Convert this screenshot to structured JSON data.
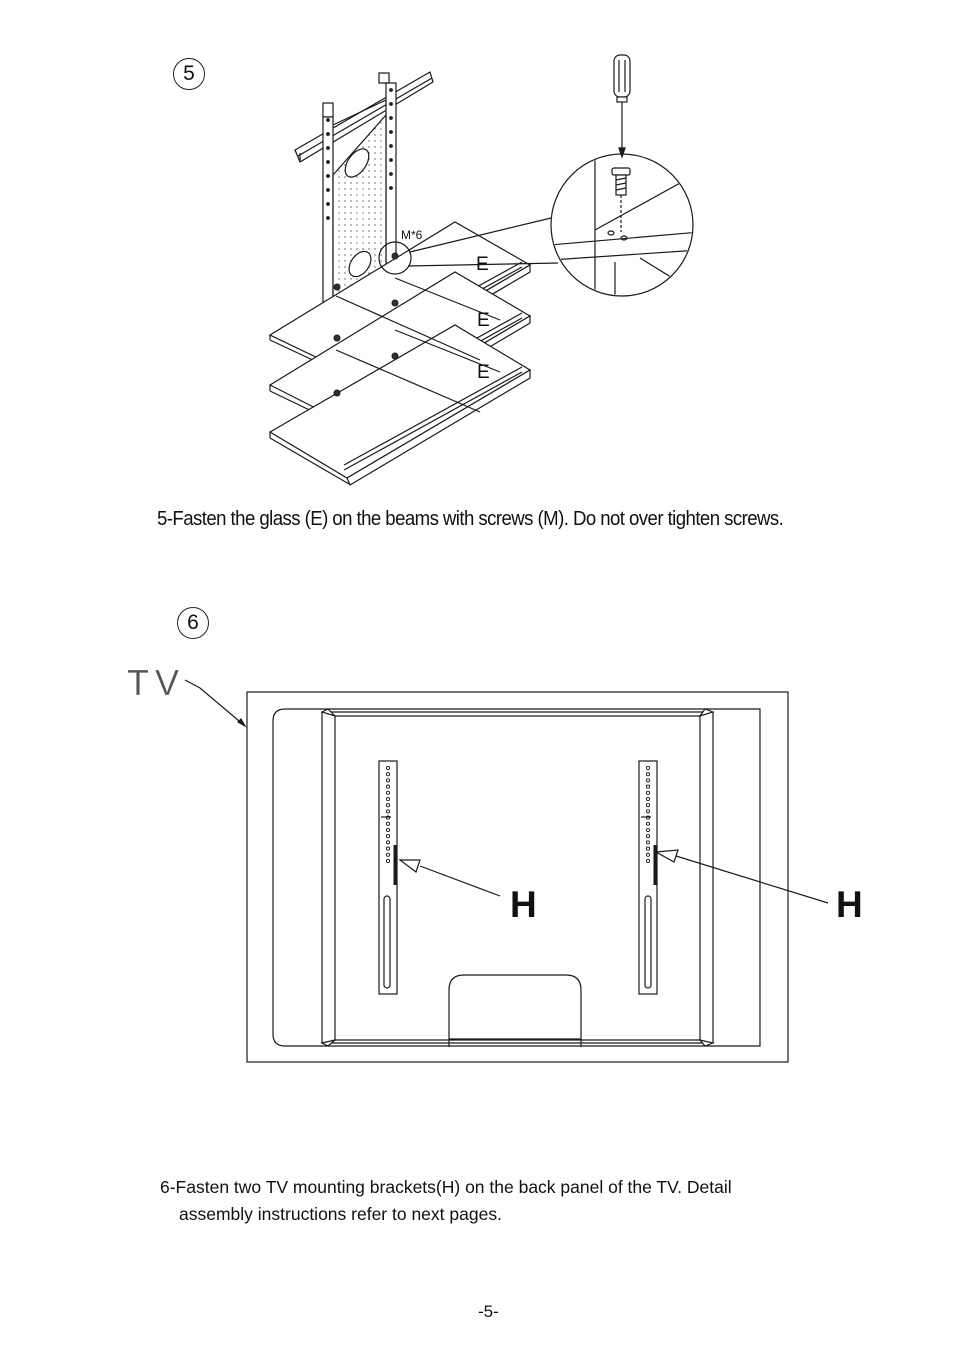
{
  "step5": {
    "number": "5",
    "screw_callout": "M*6",
    "glass_labels": [
      "E",
      "E",
      "E"
    ],
    "caption": "5-Fasten the glass (E) on the beams with screws (M). Do not over tighten screws."
  },
  "step6": {
    "number": "6",
    "tv_label": "TV",
    "bracket_labels": [
      "H",
      "H"
    ],
    "caption_line1": "6-Fasten two TV mounting brackets(H) on the back panel of the TV. Detail",
    "caption_line2": "assembly instructions refer to next pages."
  },
  "page_number": "-5-"
}
